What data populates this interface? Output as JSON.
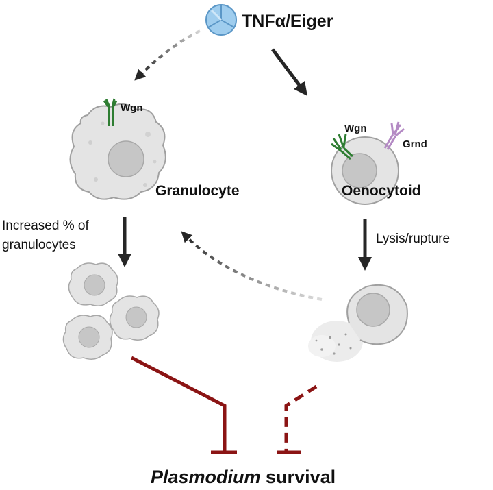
{
  "ligand": {
    "label": "TNFα/Eiger"
  },
  "cells": {
    "granulocyte": {
      "label": "Granulocyte",
      "receptor_label": "Wgn"
    },
    "oenocytoid": {
      "label": "Oenocytoid",
      "receptor1_label": "Wgn",
      "receptor2_label": "Grnd"
    }
  },
  "processes": {
    "granulocyte_increase": [
      "Increased % of",
      "granulocytes"
    ],
    "oenocytoid_lysis": "Lysis/rupture"
  },
  "outcome": {
    "italic_part": "Plasmodium",
    "rest": " survival"
  },
  "colors": {
    "cell_fill": "#e4e4e4",
    "cell_stroke": "#9e9e9e",
    "nucleus": "#c4c4c4",
    "arrow": "#262626",
    "inhibit": "#8b1414",
    "wgn_receptor": "#2e7d32",
    "grnd_receptor": "#b48ac4",
    "ligand": "#8fc3e8"
  },
  "icons": [
    "tnf-trimer-icon",
    "wgn-receptor-icon",
    "grnd-receptor-icon"
  ]
}
